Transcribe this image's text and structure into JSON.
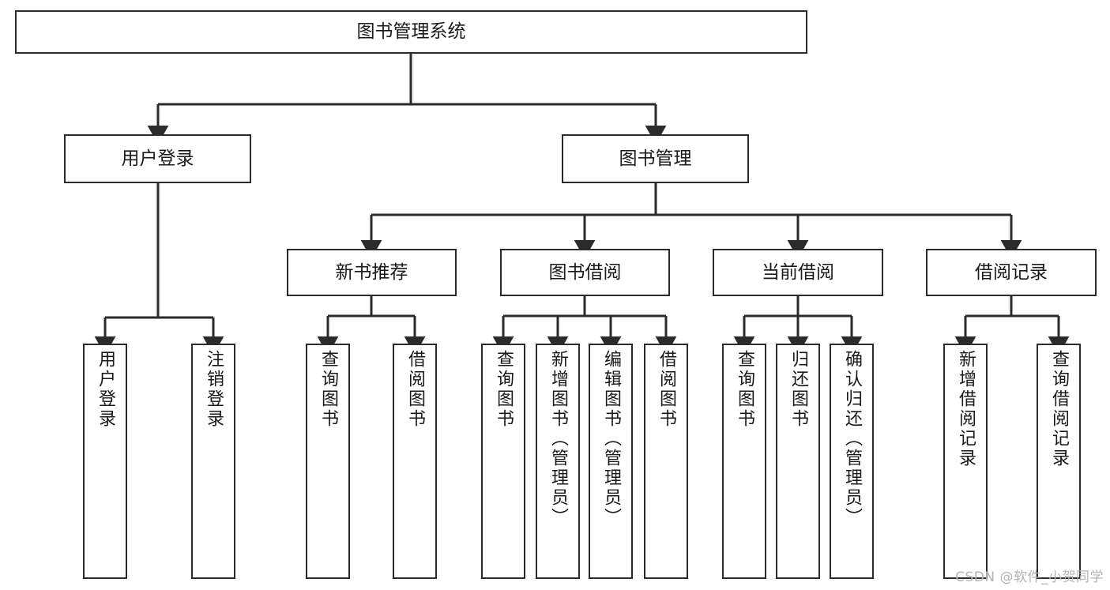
{
  "diagram": {
    "type": "tree-hierarchy-chart",
    "title": "图书管理系统",
    "colors": {
      "node_border": "#2b2b2b",
      "node_fill": "#ffffff",
      "edge": "#2b2b2b",
      "text": "#1a1a1a",
      "watermark": "#b4b4b4",
      "background": "#ffffff"
    },
    "watermark": "CSDN @软件_小贺同学",
    "levels": {
      "level0": [
        {
          "id": "root",
          "label": "图书管理系统",
          "orientation": "horizontal"
        }
      ],
      "level1": [
        {
          "id": "user-login",
          "label": "用户登录",
          "orientation": "horizontal"
        },
        {
          "id": "book-manage",
          "label": "图书管理",
          "orientation": "horizontal"
        }
      ],
      "level2": [
        {
          "id": "new-book-recommend",
          "label": "新书推荐",
          "orientation": "horizontal",
          "parent": "book-manage"
        },
        {
          "id": "book-borrow",
          "label": "图书借阅",
          "orientation": "horizontal",
          "parent": "book-manage"
        },
        {
          "id": "current-borrow",
          "label": "当前借阅",
          "orientation": "horizontal",
          "parent": "book-manage"
        },
        {
          "id": "borrow-record",
          "label": "借阅记录",
          "orientation": "horizontal",
          "parent": "book-manage"
        }
      ],
      "level3": [
        {
          "id": "leaf-user-login",
          "label": "用户登录",
          "orientation": "vertical",
          "parent": "user-login"
        },
        {
          "id": "leaf-logout",
          "label": "注销登录",
          "orientation": "vertical",
          "parent": "user-login"
        },
        {
          "id": "leaf-query-book-1",
          "label": "查询图书",
          "orientation": "vertical",
          "parent": "new-book-recommend"
        },
        {
          "id": "leaf-borrow-book-1",
          "label": "借阅图书",
          "orientation": "vertical",
          "parent": "new-book-recommend"
        },
        {
          "id": "leaf-query-book-2",
          "label": "查询图书",
          "orientation": "vertical",
          "parent": "book-borrow"
        },
        {
          "id": "leaf-add-book",
          "label": "新增图书（管理员）",
          "orientation": "vertical",
          "parent": "book-borrow"
        },
        {
          "id": "leaf-edit-book",
          "label": "编辑图书（管理员）",
          "orientation": "vertical",
          "parent": "book-borrow"
        },
        {
          "id": "leaf-borrow-book-2",
          "label": "借阅图书",
          "orientation": "vertical",
          "parent": "book-borrow"
        },
        {
          "id": "leaf-query-book-3",
          "label": "查询图书",
          "orientation": "vertical",
          "parent": "current-borrow"
        },
        {
          "id": "leaf-return-book",
          "label": "归还图书",
          "orientation": "vertical",
          "parent": "current-borrow"
        },
        {
          "id": "leaf-confirm-return",
          "label": "确认归还（管理员）",
          "orientation": "vertical",
          "parent": "current-borrow"
        },
        {
          "id": "leaf-add-record",
          "label": "新增借阅记录",
          "orientation": "vertical",
          "parent": "borrow-record"
        },
        {
          "id": "leaf-query-record",
          "label": "查询借阅记录",
          "orientation": "vertical",
          "parent": "borrow-record"
        }
      ]
    }
  }
}
